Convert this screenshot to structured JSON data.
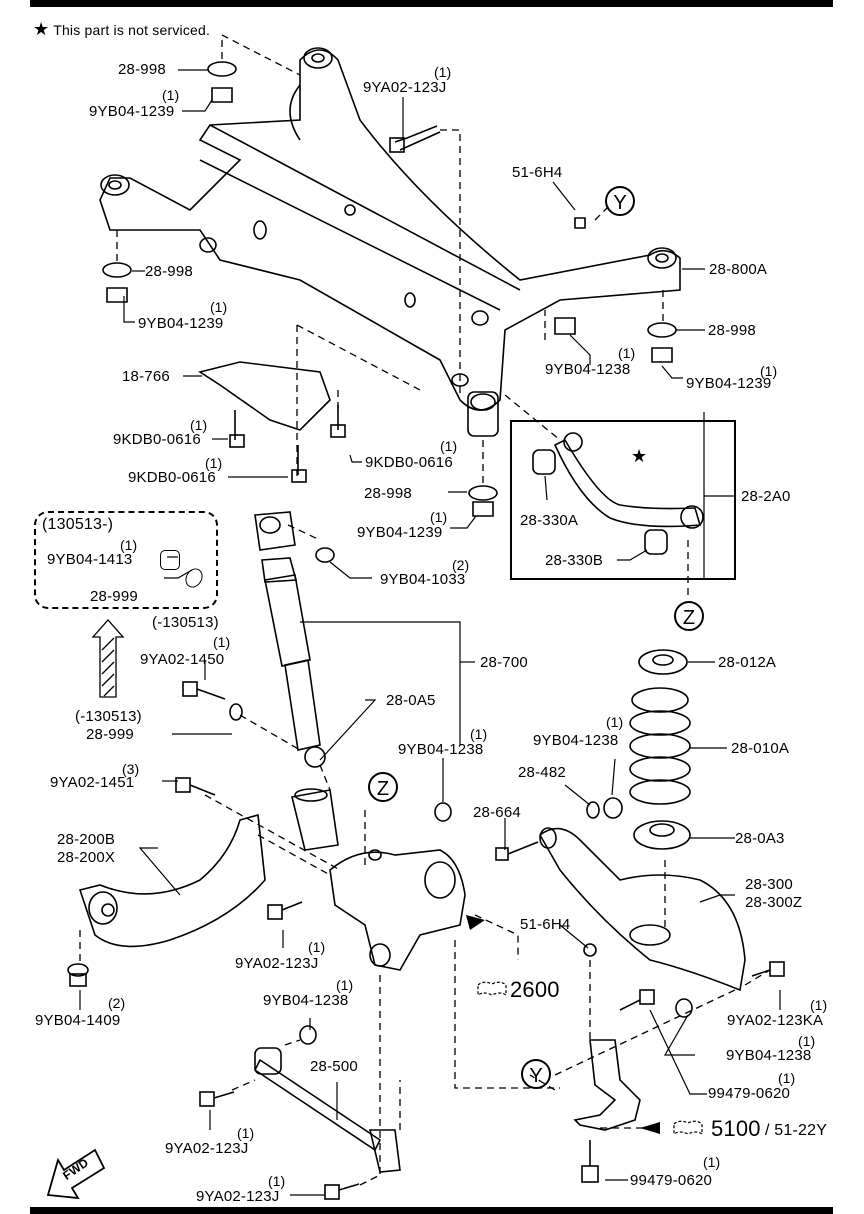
{
  "diagram": {
    "title": "Rear Suspension Exploded Parts Diagram",
    "note": {
      "symbol": "★",
      "text": "This part is not serviced."
    },
    "parts": {
      "crossmember": "28-800A",
      "washer_998": "28-998",
      "nut_1239": "9YB04-1239",
      "bolt_123J": "9YA02-123J",
      "clip_6H4": "51-6H4",
      "nut_1238": "9YB04-1238",
      "bracket_766": "18-766",
      "bolt_0616": "9KDB0-0616",
      "upper_arm": "28-2A0",
      "bushing_a": "28-330A",
      "bushing_b": "28-330B",
      "nut_1033": "9YB04-1033",
      "nut_1413": "9YB04-1413",
      "washer_999": "28-999",
      "bolt_1450": "9YA02-1450",
      "shock": "28-700",
      "bump_stop": "28-0A5",
      "spring_seat_upper": "28-012A",
      "spring": "28-010A",
      "spring_seat_lower": "28-0A3",
      "part_482": "28-482",
      "bolt_664": "28-664",
      "bolt_1451": "9YA02-1451",
      "trailing_arm_b": "28-200B",
      "trailing_arm_x": "28-200X",
      "nut_1409": "9YB04-1409",
      "lower_arm": "28-300",
      "lower_arm_z": "28-300Z",
      "bolt_123KA": "9YA02-123KA",
      "bolt_0620": "99479-0620",
      "lateral_link": "28-500"
    },
    "date_codes": {
      "from": "(130513-)",
      "until": "(-130513)"
    },
    "quantities": {
      "q1": "(1)",
      "q2": "(2)",
      "q3": "(3)"
    },
    "callouts": {
      "y": "Y",
      "z": "Z"
    },
    "refs": {
      "knuckle_ref": "2600",
      "sensor_ref": "5100",
      "sensor_ref_sub": "/ 51-22Y"
    },
    "fwd": "FWD",
    "star": "★"
  }
}
